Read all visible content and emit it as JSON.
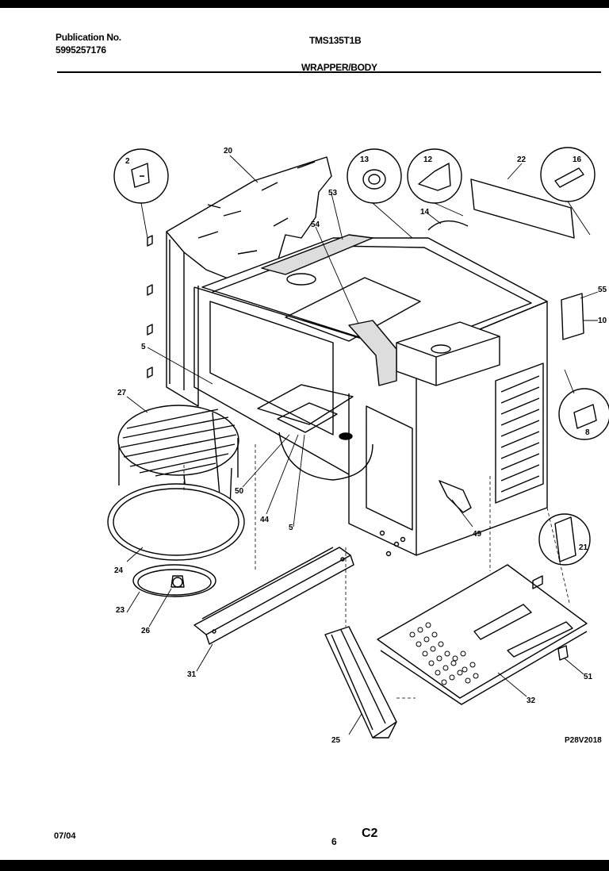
{
  "header": {
    "publication_label": "Publication No.",
    "publication_number": "5995257176",
    "model": "TMS135T1B",
    "section": "WRAPPER/BODY"
  },
  "footer": {
    "date": "07/04",
    "page_number": "6",
    "page_code": "C2"
  },
  "figure_code": "P28V2018",
  "callouts": [
    "2",
    "20",
    "13",
    "12",
    "22",
    "16",
    "53",
    "54",
    "14",
    "55",
    "10",
    "5",
    "27",
    "8",
    "50",
    "44",
    "5",
    "49",
    "21",
    "24",
    "23",
    "26",
    "31",
    "25",
    "32",
    "51"
  ]
}
